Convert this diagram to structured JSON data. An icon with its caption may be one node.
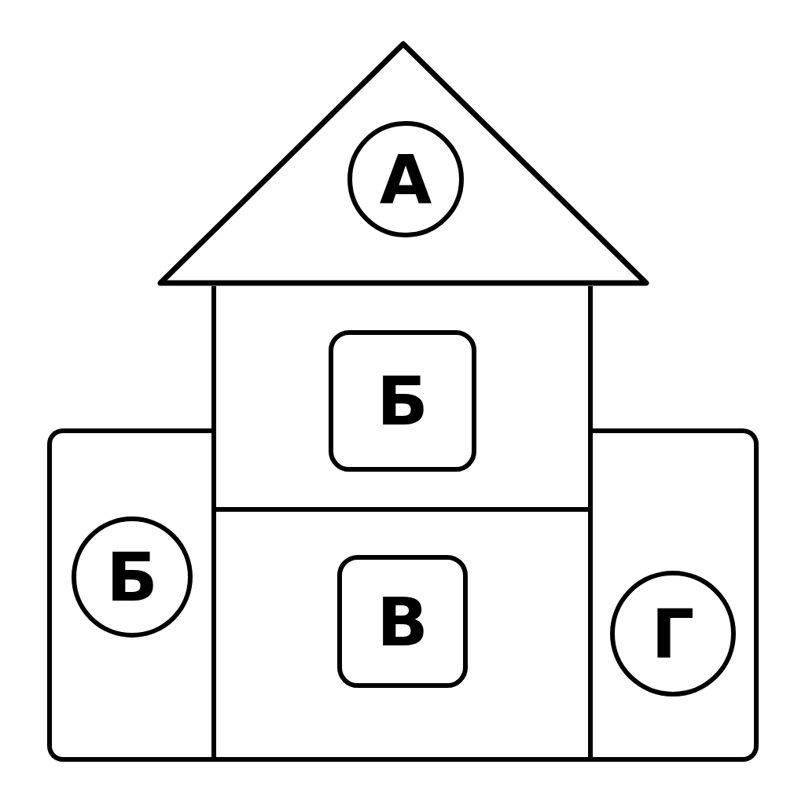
{
  "diagram": {
    "nodes": [
      {
        "text": [],
        "shape": "triangle"
      },
      {
        "text": [
          "А"
        ],
        "in": 0
      },
      {
        "text": [],
        "shape": "box"
      },
      {
        "text": [
          "Б"
        ],
        "in": 2
      },
      {
        "text": [],
        "shape": "box"
      },
      {
        "text": [
          "Б"
        ],
        "in": 4
      },
      {
        "text": [],
        "shape": "box"
      },
      {
        "text": [
          "В"
        ],
        "in": 6
      },
      {
        "text": [],
        "shape": "box"
      },
      {
        "text": [
          "Г"
        ],
        "in": 8
      }
    ]
  }
}
